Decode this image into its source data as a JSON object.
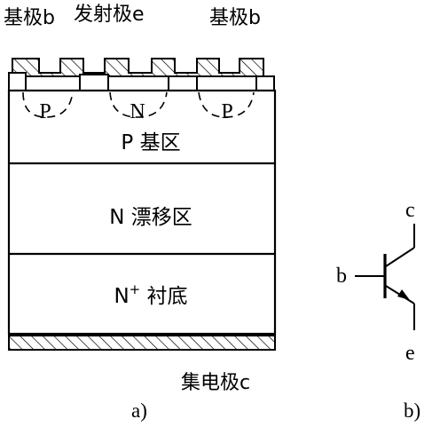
{
  "figure": {
    "structure": {
      "top_labels": {
        "base_left": "基极b",
        "emitter": "发射极e",
        "base_right": "基极b"
      },
      "wells": [
        "P",
        "N",
        "P"
      ],
      "layers": {
        "p_base": "P 基区",
        "n_drift": "N 漂移区",
        "substrate_prefix": "N",
        "substrate_sup": "+",
        "substrate_suffix": " 衬底"
      },
      "collector_label": "集电极c",
      "caption": "a)"
    },
    "symbol": {
      "collector": "c",
      "base": "b",
      "emitter": "e",
      "caption": "b)"
    }
  }
}
